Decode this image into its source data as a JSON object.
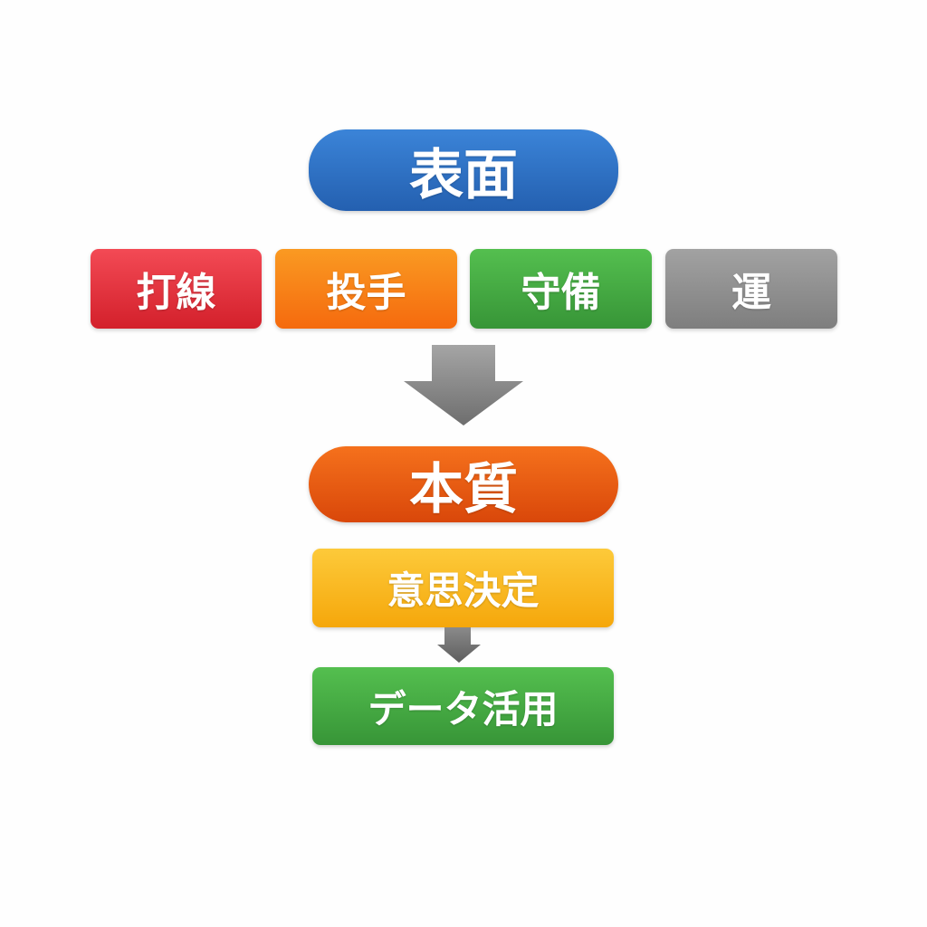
{
  "top": {
    "label": "表面"
  },
  "factors": [
    {
      "label": "打線",
      "color": "#e0303b"
    },
    {
      "label": "投手",
      "color": "#f7801a"
    },
    {
      "label": "守備",
      "color": "#45aa44"
    },
    {
      "label": "運",
      "color": "#909090"
    }
  ],
  "essence": {
    "label": "本質"
  },
  "steps": [
    {
      "label": "意思決定",
      "color": "#f9b824"
    },
    {
      "label": "データ活用",
      "color": "#45aa44"
    }
  ],
  "arrow_color": "#808080"
}
